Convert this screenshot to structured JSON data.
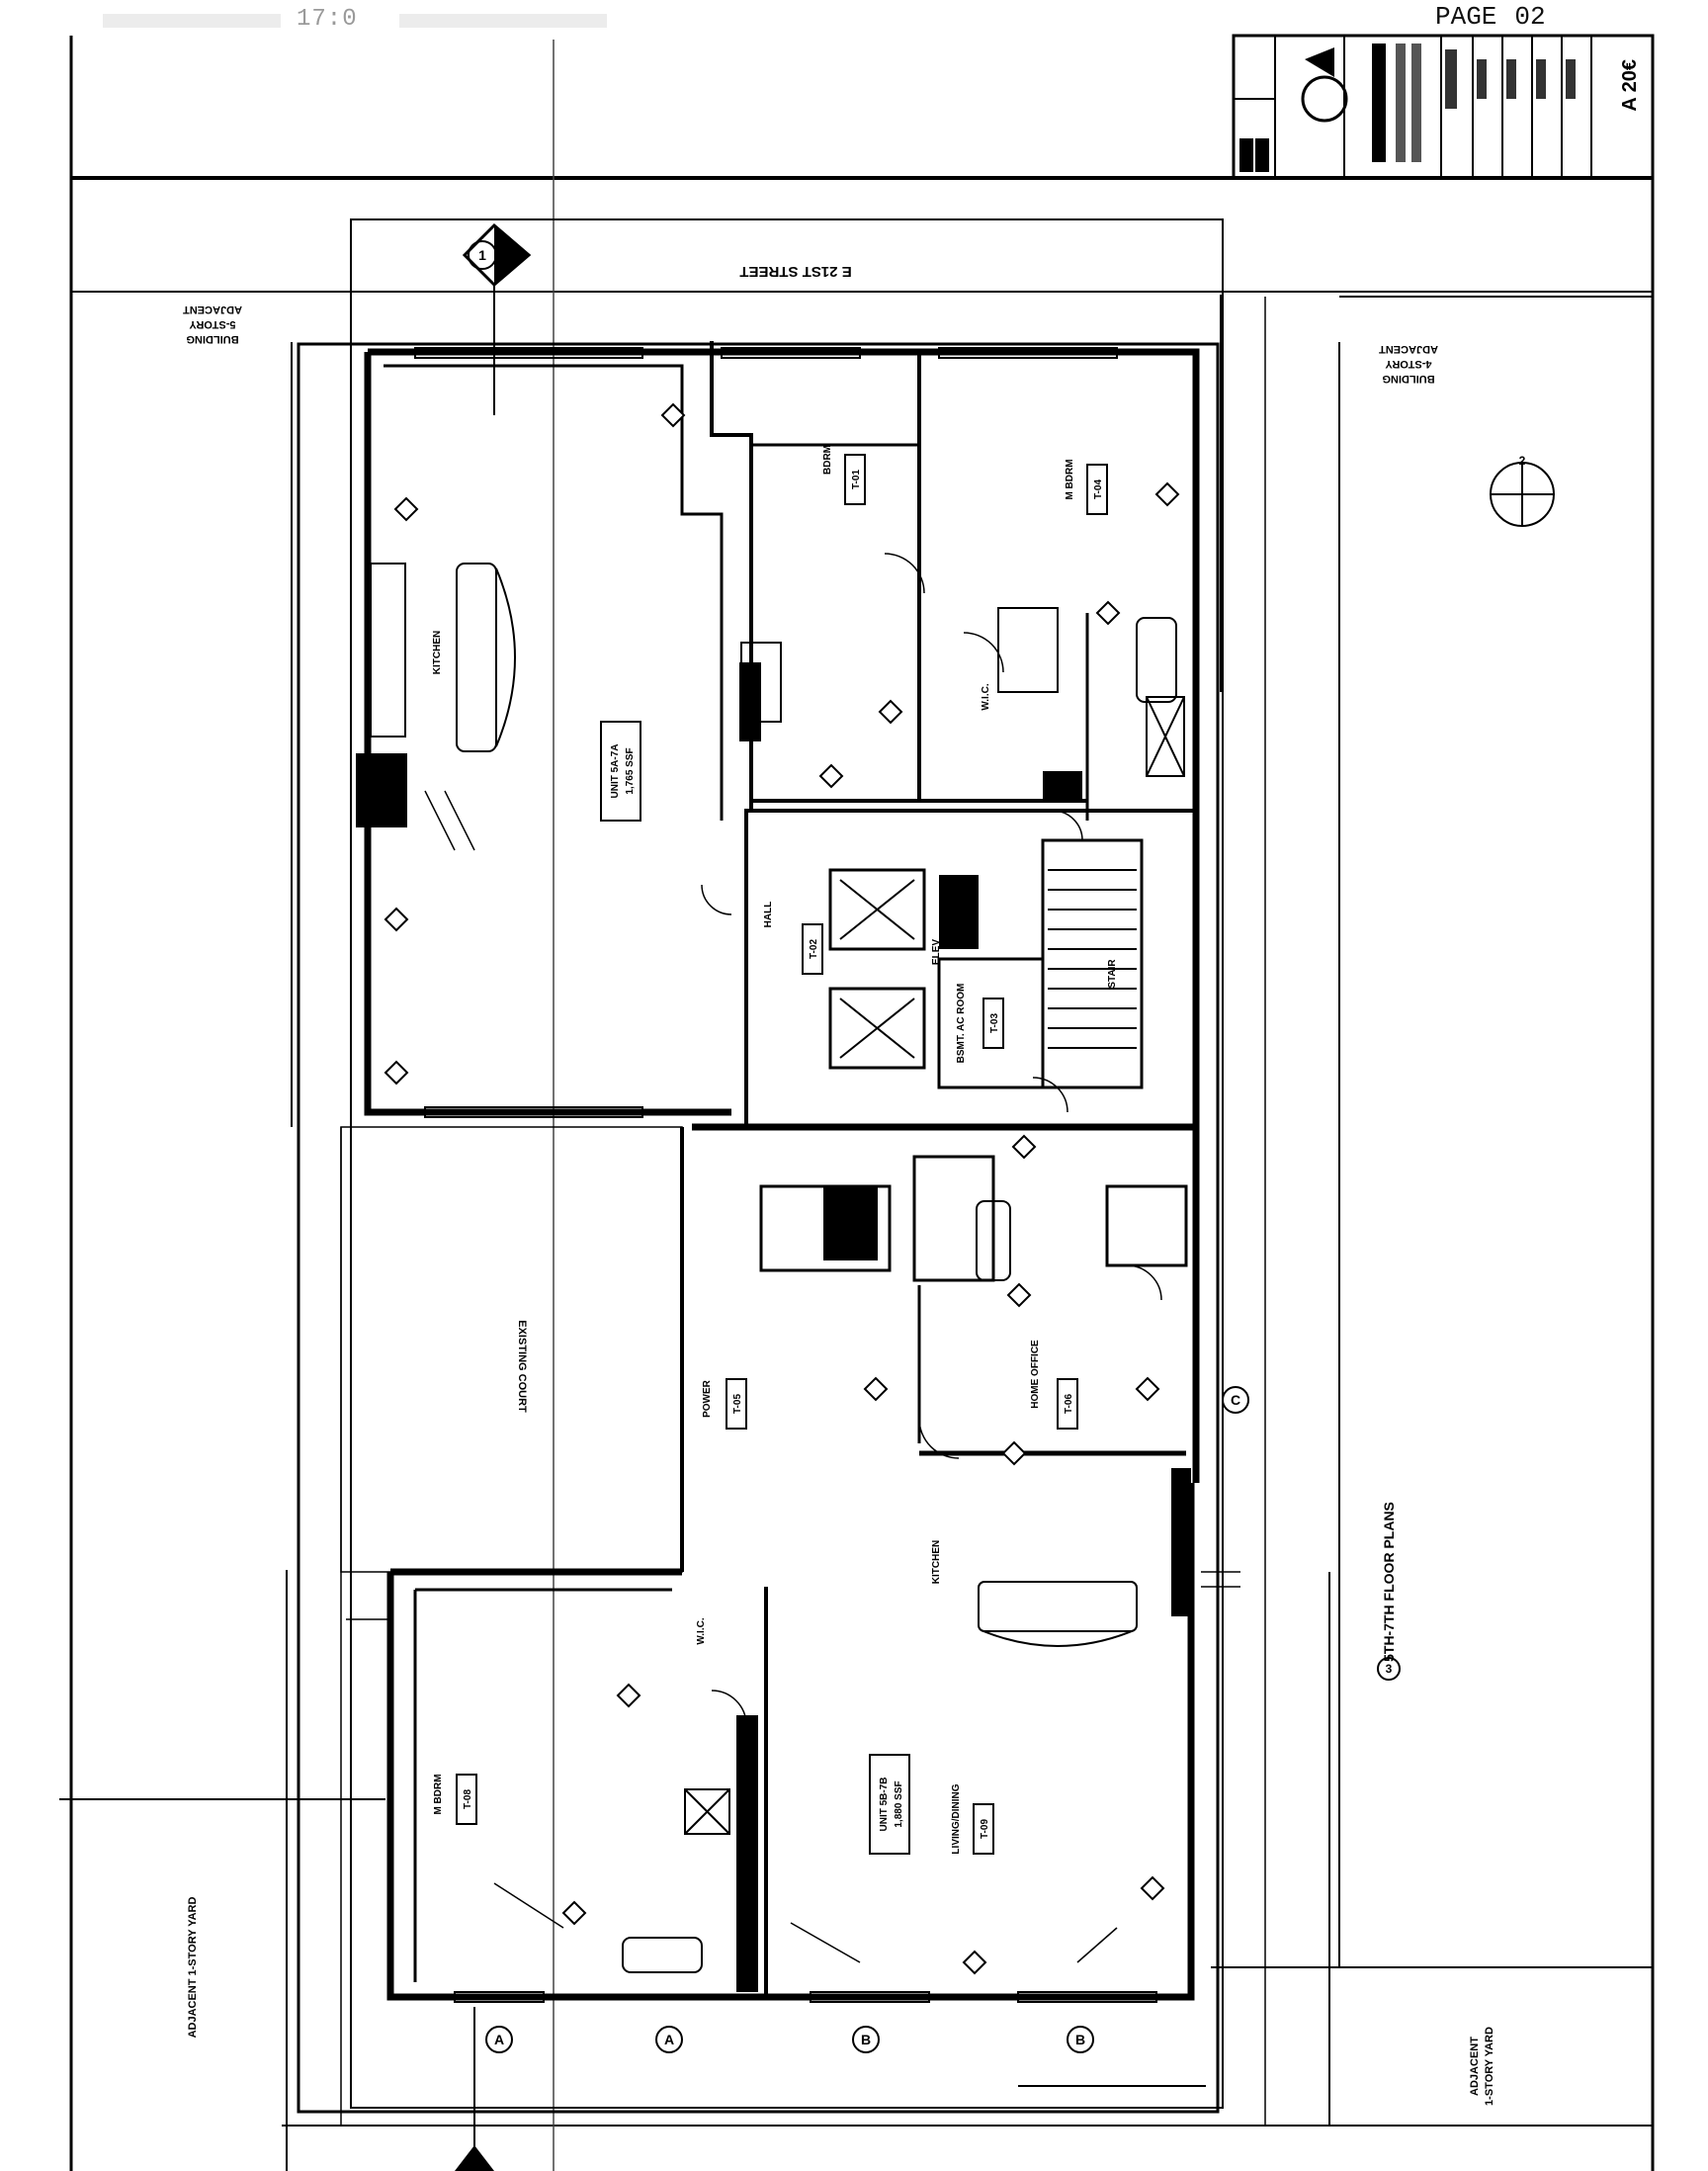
{
  "fax_header": {
    "time": "17:0"
  },
  "page": {
    "label": "PAGE",
    "number": "02"
  },
  "title_block": {
    "sheet_number": "A 20€"
  },
  "plan": {
    "street": "E 21ST STREET",
    "court_label": "EXISTING COURT",
    "drawing_title": "5TH-7TH FLOOR PLANS",
    "adjacent": {
      "top_left": [
        "ADJACENT",
        "5-STORY",
        "BUILDING"
      ],
      "top_right": [
        "ADJACENT",
        "4-STORY",
        "BUILDING"
      ],
      "bottom_left": "ADJACENT 1-STORY YARD",
      "bottom_right": [
        "ADJACENT",
        "1-STORY YARD"
      ]
    },
    "rooms": [
      {
        "name": "KITCHEN"
      },
      {
        "name": "BDRM",
        "tag": "T-01"
      },
      {
        "name": "M BDRM",
        "tag": "T-04"
      },
      {
        "name": "HALL",
        "tag": "T-02"
      },
      {
        "name": "BSMT. AC ROOM",
        "tag": "T-03"
      },
      {
        "name": "POWER",
        "tag": "T-05"
      },
      {
        "name": "HOME OFFICE",
        "tag": "T-06"
      },
      {
        "name": "KITCHEN"
      },
      {
        "name": "M BDRM",
        "tag": "T-08"
      },
      {
        "name": "W.I.C."
      },
      {
        "name": "LIVING/DINING",
        "tag": "T-09"
      },
      {
        "name": "ELEV"
      },
      {
        "name": "STAIR"
      },
      {
        "name": "W.I.C."
      }
    ],
    "unit_areas": [
      {
        "label": "UNIT 5A-7A",
        "area": "1,765 SSF"
      },
      {
        "label": "UNIT 5B-7B",
        "area": "1,880 SSF"
      }
    ],
    "grid_bubbles": [
      "A",
      "A",
      "B",
      "B",
      "C",
      "1",
      "2",
      "3"
    ]
  }
}
